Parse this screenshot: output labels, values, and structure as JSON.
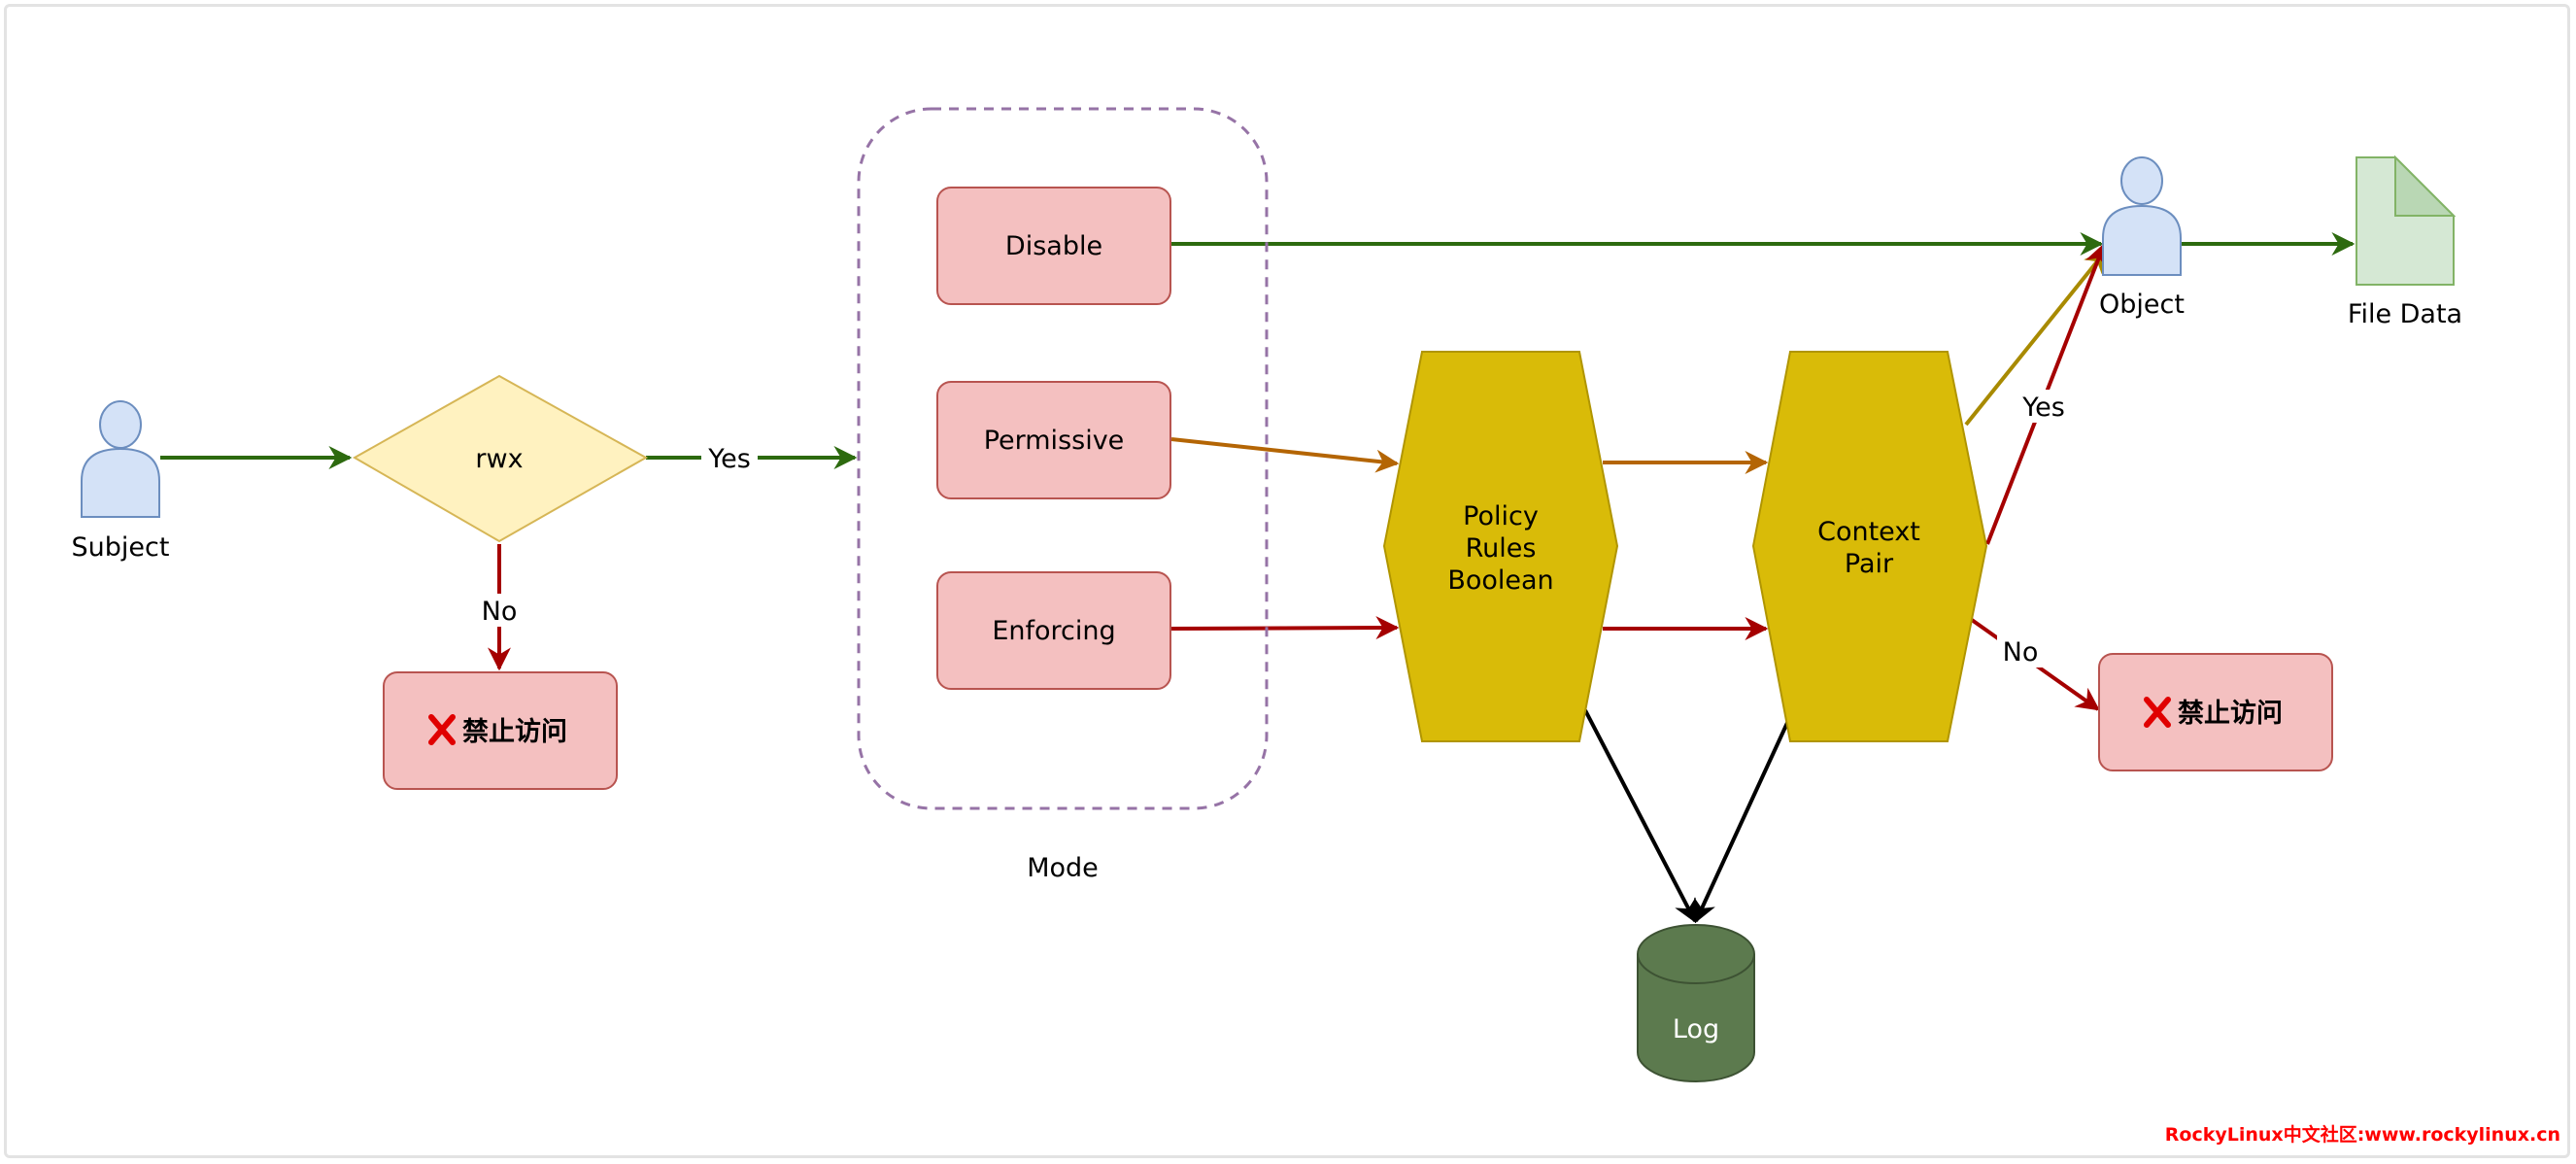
{
  "diagram": {
    "subject_label": "Subject",
    "decision_label": "rwx",
    "yes_label_1": "Yes",
    "no_label_1": "No",
    "deny_label_1": "禁止访问",
    "mode_group_label": "Mode",
    "mode_disable": "Disable",
    "mode_permissive": "Permissive",
    "mode_enforcing": "Enforcing",
    "policy_line1": "Policy",
    "policy_line2": "Rules",
    "policy_line3": "Boolean",
    "context_line1": "Context",
    "context_line2": "Pair",
    "yes_label_2": "Yes",
    "no_label_2": "No",
    "deny_label_2": "禁止访问",
    "object_label": "Object",
    "file_label": "File Data",
    "log_label": "Log",
    "watermark": "RockyLinux中文社区:www.rockylinux.cn"
  },
  "colors": {
    "green_edge": "#2d6a0f",
    "orange_edge": "#b46504",
    "red_edge": "#a50000",
    "olive_edge": "#a88a00",
    "mode_box_fill": "#f4c0c0",
    "mode_box_stroke": "#b85450",
    "hex_fill": "#d9bb08",
    "hex_stroke": "#b09500",
    "diamond_fill": "#fff2c0",
    "diamond_stroke": "#d6b656",
    "actor_fill": "#d4e2f7",
    "actor_stroke": "#6c8ebf",
    "file_fill": "#d5e8d4",
    "file_stroke": "#82b366",
    "log_fill": "#5c7a4e",
    "group_stroke": "#9673a6",
    "deny_icon": "#e00000"
  },
  "icons": [
    "person-icon",
    "close-x-icon",
    "document-icon",
    "database-icon"
  ]
}
